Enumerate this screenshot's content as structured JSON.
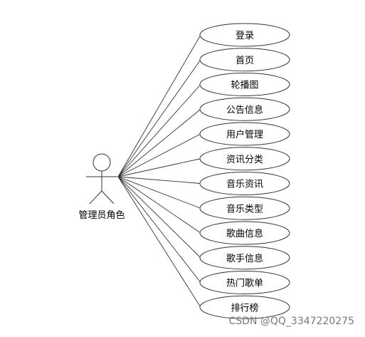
{
  "actor": {
    "label": "管理员角色"
  },
  "use_cases": [
    {
      "label": "登录"
    },
    {
      "label": "首页"
    },
    {
      "label": "轮播图"
    },
    {
      "label": "公告信息"
    },
    {
      "label": "用户管理"
    },
    {
      "label": "资讯分类"
    },
    {
      "label": "音乐资讯"
    },
    {
      "label": "音乐类型"
    },
    {
      "label": "歌曲信息"
    },
    {
      "label": "歌手信息"
    },
    {
      "label": "热门歌单"
    },
    {
      "label": "排行榜"
    }
  ],
  "watermark": "CSDN @QQ_3347220275"
}
